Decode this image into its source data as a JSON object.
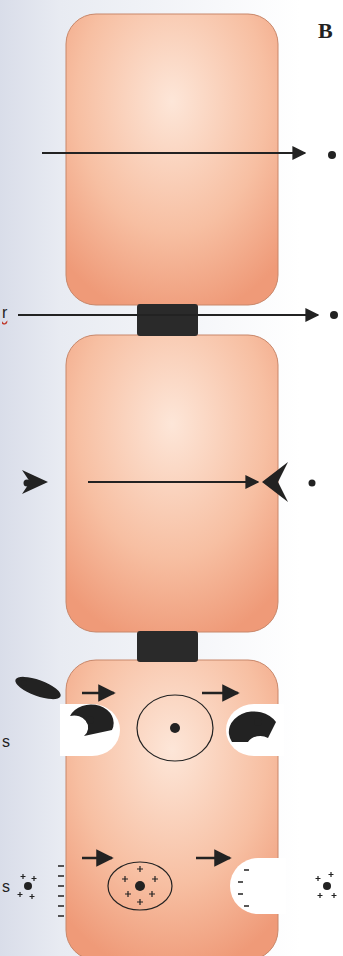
{
  "diagram": {
    "labels": [
      "B",
      "r",
      "s",
      "s"
    ]
  }
}
